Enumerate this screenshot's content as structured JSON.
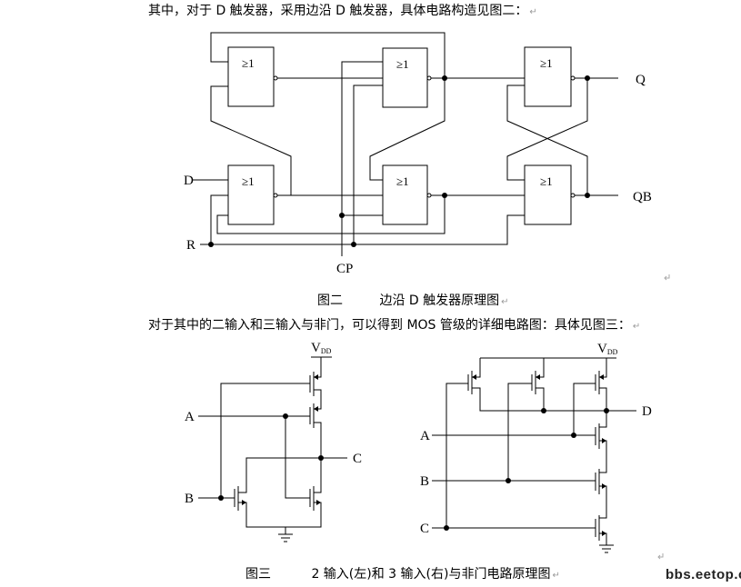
{
  "paragraph1": "其中，对于 D 触发器，采用边沿 D 触发器，具体电路构造见图二：",
  "figure2": {
    "gate_label": "≥1",
    "pins": {
      "D": "D",
      "R": "R",
      "CP": "CP",
      "Q": "Q",
      "QB": "QB"
    },
    "caption_number": "图二",
    "caption_text": "边沿 D 触发器原理图"
  },
  "paragraph2": "对于其中的二输入和三输入与非门，可以得到 MOS 管级的详细电路图：具体见图三：",
  "figure3": {
    "left": {
      "supply": "V",
      "supply_sub": "DD",
      "pins": {
        "A": "A",
        "B": "B",
        "C": "C"
      }
    },
    "right": {
      "supply": "V",
      "supply_sub": "DD",
      "pins": {
        "A": "A",
        "B": "B",
        "C": "C",
        "D": "D"
      }
    },
    "caption_number": "图三",
    "caption_text": "2 输入(左)和 3 输入(右)与非门电路原理图"
  },
  "watermark": "bbs.eetop.cn"
}
